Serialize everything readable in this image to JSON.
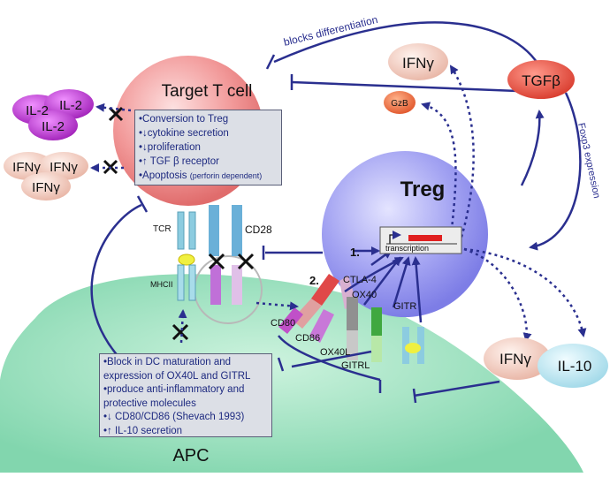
{
  "labels": {
    "target_cell": "Target T cell",
    "treg": "Treg",
    "apc": "APC",
    "tgfb": "TGFβ",
    "ifng_top": "IFNγ",
    "gzb": "GzB",
    "il2_a": "IL-2",
    "il2_b": "IL-2",
    "il2_c": "IL-2",
    "ifng_left_a": "IFNγ",
    "ifng_left_b": "IFNγ",
    "ifng_left_c": "IFNγ",
    "ifng_right": "IFNγ",
    "il10": "IL-10",
    "blocks_differentiation": "blocks differentiation",
    "foxp3_expression": "Foxp3 expression",
    "transcription": "transcription",
    "step1": "1.",
    "step2": "2.",
    "tcr": "TCR",
    "cd28": "CD28",
    "mhcii": "MHCII",
    "ctla4": "CTLA-4",
    "ox40": "OX40",
    "gitr": "GITR",
    "cd80": "CD80",
    "cd86": "CD86",
    "ox40l": "OX40L",
    "gitrl": "GITRL"
  },
  "target_effects": [
    {
      "text": "•Conversion to Treg",
      "note": ""
    },
    {
      "text": "•↓cytokine secretion",
      "note": ""
    },
    {
      "text": "•↓proliferation",
      "note": ""
    },
    {
      "text": "•↑ TGF β receptor",
      "note": ""
    },
    {
      "text": "•Apoptosis ",
      "note": "(perforin dependent)"
    }
  ],
  "apc_effects": [
    "•Block in DC maturation and",
    "expression of OX40L and GITRL",
    "•produce anti-inflammatory and",
    "protective molecules",
    "•↓ CD80/CD86 (Shevach 1993)",
    "•↑ IL-10 secretion"
  ],
  "colors": {
    "arrow": "#2a2f8f",
    "target_fill": "#f0a0a0",
    "treg_fill": "#9c9cf0",
    "apc_fill": "#8fdcb4",
    "cytokine_fill": "#f0c8b8",
    "il2_fill": "#c040d0",
    "il10_fill": "#bfe8f0"
  }
}
